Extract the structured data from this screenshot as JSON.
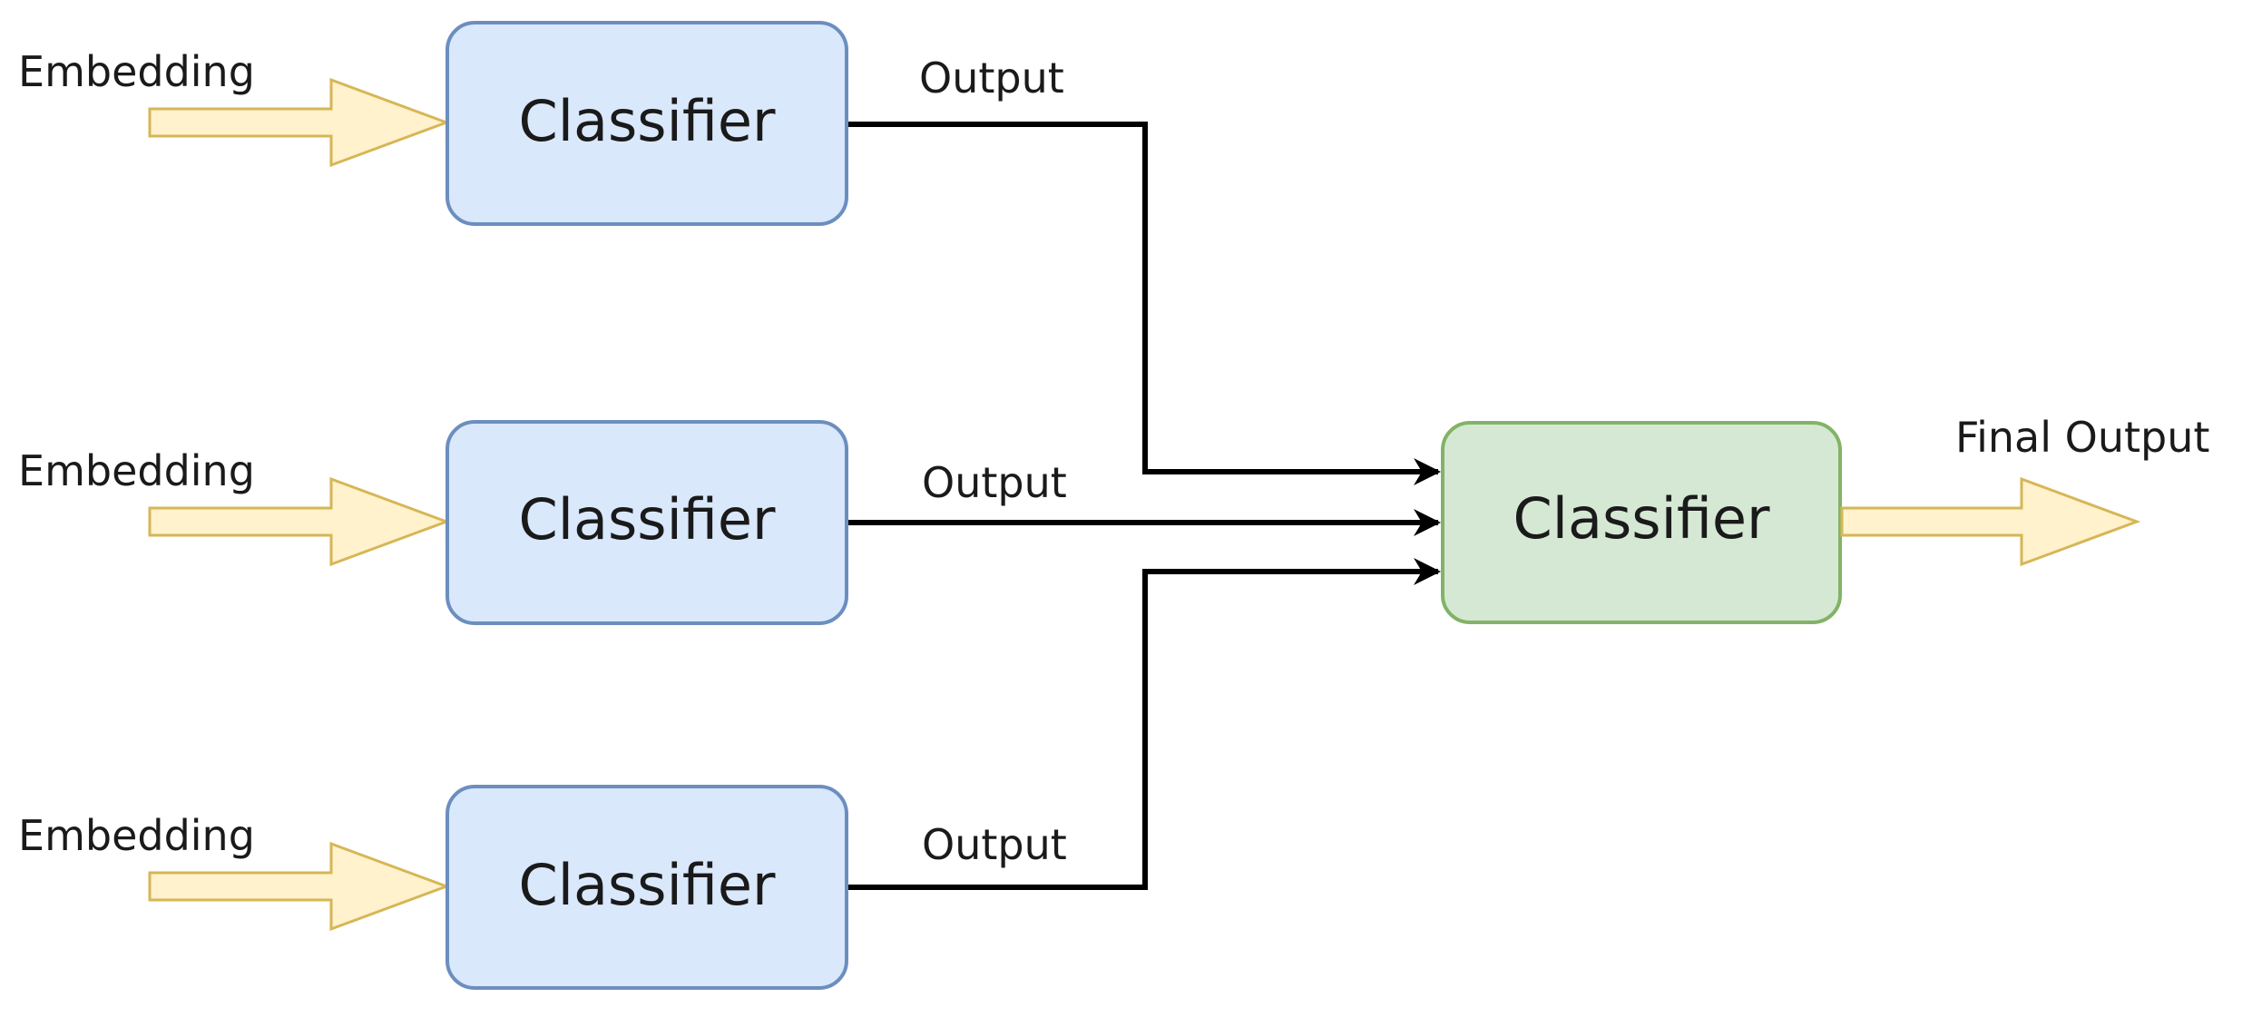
{
  "diagram": {
    "inputs": [
      {
        "label": "Embedding"
      },
      {
        "label": "Embedding"
      },
      {
        "label": "Embedding"
      }
    ],
    "classifiers": [
      {
        "label": "Classifier",
        "fill": "#dae8fc",
        "stroke": "#6c8ebf"
      },
      {
        "label": "Classifier",
        "fill": "#dae8fc",
        "stroke": "#6c8ebf"
      },
      {
        "label": "Classifier",
        "fill": "#dae8fc",
        "stroke": "#6c8ebf"
      }
    ],
    "edges": [
      {
        "label": "Output"
      },
      {
        "label": "Output"
      },
      {
        "label": "Output"
      }
    ],
    "final_classifier": {
      "label": "Classifier",
      "fill": "#d5e8d4",
      "stroke": "#82b366"
    },
    "final_output": {
      "label": "Final Output"
    },
    "arrow_colors": {
      "fill": "#fff2cc",
      "stroke": "#d6b656"
    }
  }
}
